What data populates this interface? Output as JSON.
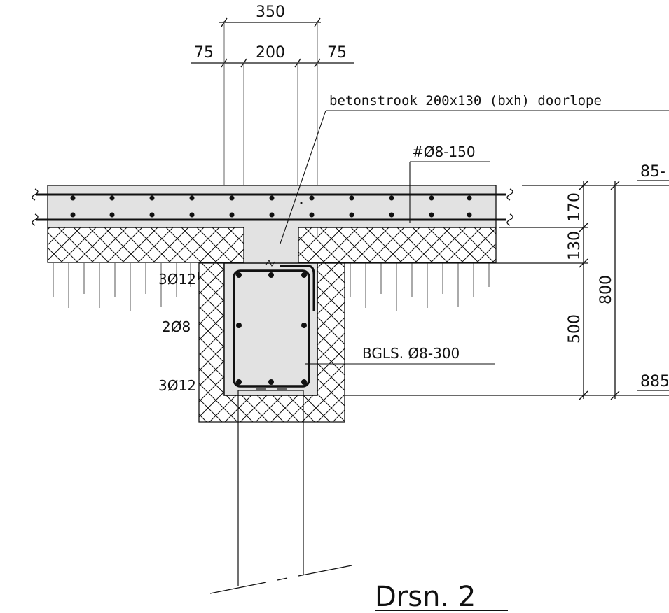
{
  "drawing": {
    "title": "Drsn. 2",
    "colors": {
      "concrete_fill": "#e2e2e2",
      "line": "#111111"
    },
    "dimensions_top": {
      "overall": "350",
      "left": "75",
      "center": "200",
      "right": "75"
    },
    "dimensions_right": {
      "slab_top": "170",
      "slab_bottom": "130",
      "beam": "500",
      "total": "800",
      "level_top": "85-",
      "level_bottom": "885"
    },
    "labels": {
      "strip": "betonstrook 200x130 (bxh) doorlope",
      "mesh": "#Ø8-150",
      "stirrup": "BGLS. Ø8-300",
      "bar_top": "3Ø12",
      "bar_mid": "2Ø8",
      "bar_bottom": "3Ø12"
    }
  }
}
